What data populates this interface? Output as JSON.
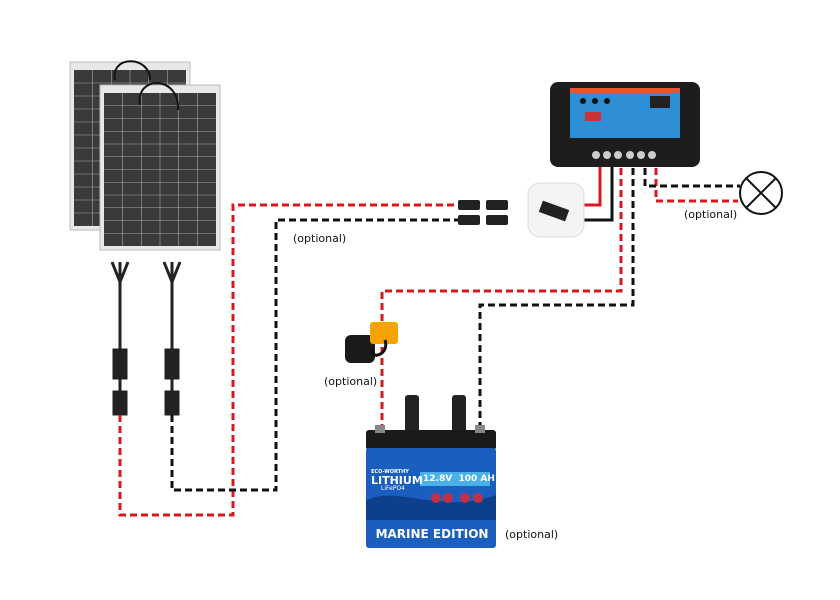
{
  "labels": {
    "optional_connector": "(optional)",
    "optional_load": "(optional)",
    "optional_fuse": "(optional)",
    "optional_battery": "(optional)"
  },
  "battery": {
    "brand": "ECO-WORTHY",
    "type": "LITHIUM",
    "chemistry": "LiFePO4",
    "rating": "12.8V  100 AH",
    "edition": "MARINE EDITION"
  },
  "colors": {
    "positive": "#d7191f",
    "negative": "#111111",
    "controller": "#2e8fd6",
    "battery": "#1a5fbf"
  }
}
